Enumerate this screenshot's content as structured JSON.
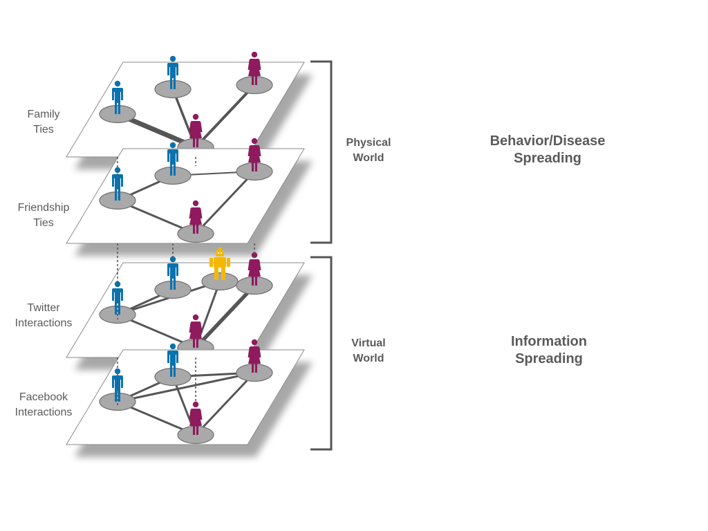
{
  "layers": [
    {
      "id": "family",
      "line1": "Family",
      "line2": "Ties"
    },
    {
      "id": "friendship",
      "line1": "Friendship",
      "line2": "Ties"
    },
    {
      "id": "twitter",
      "line1": "Twitter",
      "line2": "Interactions"
    },
    {
      "id": "facebook",
      "line1": "Facebook",
      "line2": "Interactions"
    }
  ],
  "groups": {
    "physical": {
      "line1": "Physical",
      "line2": "World"
    },
    "virtual": {
      "line1": "Virtual",
      "line2": "World"
    }
  },
  "processes": {
    "physical": {
      "line1": "Behavior/Disease",
      "line2": "Spreading"
    },
    "virtual": {
      "line1": "Information",
      "line2": "Spreading"
    }
  },
  "colors": {
    "male": "#0a72b0",
    "female": "#8f1a5e",
    "bot": "#f5b800",
    "node": "#a9a9a9",
    "edge": "#555555",
    "bracket": "#555555",
    "text": "#5a5a5a"
  }
}
